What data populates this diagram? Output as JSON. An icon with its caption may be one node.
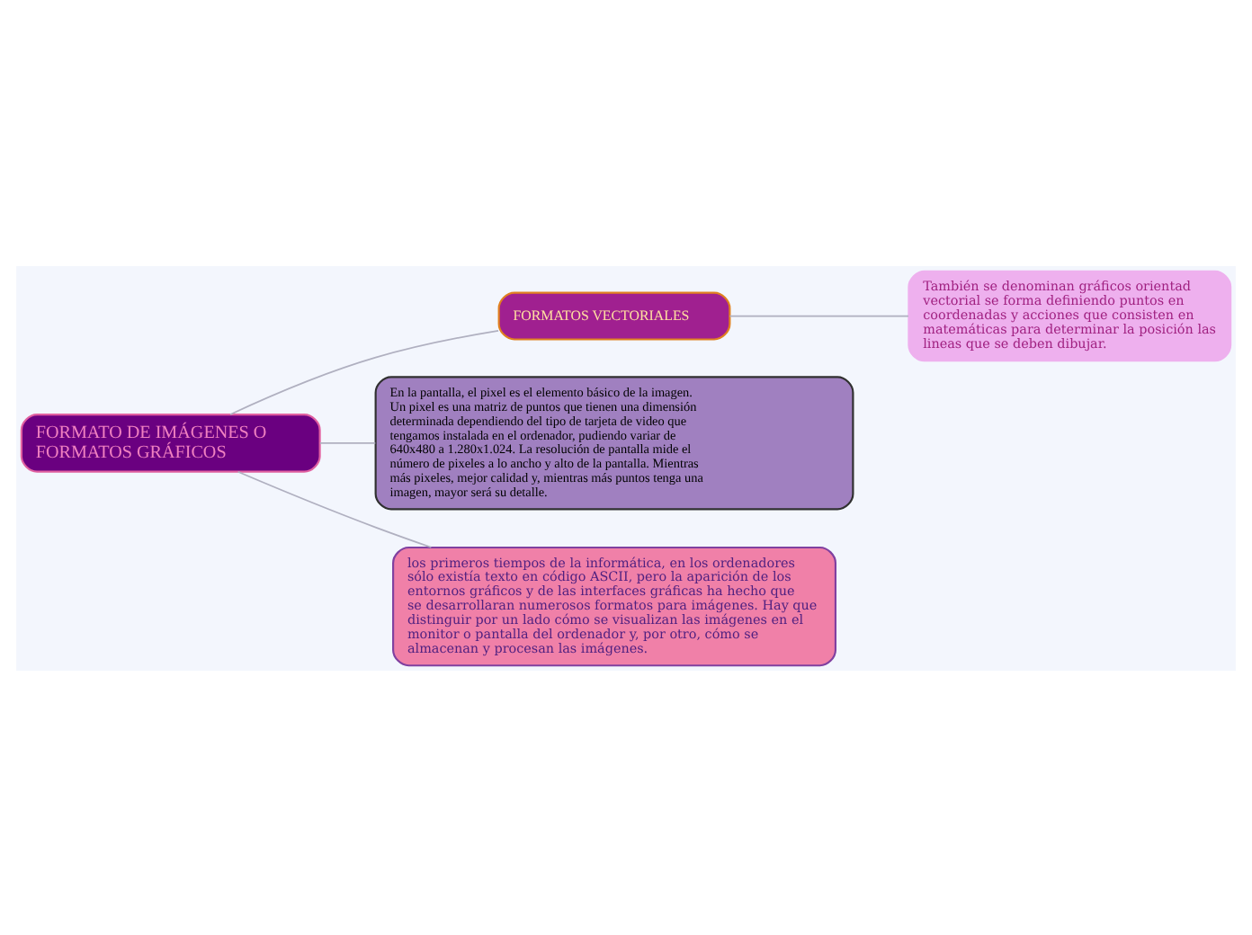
{
  "diagram": {
    "nodes": [
      {
        "text": [
          "FORMATO DE IMÁGENES O FORMATOS GRÁFICOS"
        ]
      },
      {
        "text": [
          "FORMATOS VECTORIALES"
        ]
      },
      {
        "text": [
          "También se denominan gráficos orientad vectorial se forma definiendo puntos en coordenadas y acciones que consisten en matemáticas para determinar la posición las lineas que se deben dibujar."
        ]
      },
      {
        "text": [
          "En la pantalla, el pixel es el elemento básico de la imagen. Un pixel es una matriz de puntos que tienen una dimensión determinada dependiendo del tipo de tarjeta de video que tengamos instalada en el ordenador, pudiendo variar de 640x480 a 1.280x1.024. La resolución de pantalla mide el número de pixeles a lo ancho y alto de la pantalla. Mientras más pixeles, mejor calidad y, mientras más puntos tenga una imagen, mayor será su detalle."
        ]
      },
      {
        "text": [
          "los primeros tiempos de la informática, en los ordenadores sólo existía texto en código ASCII, pero la aparición de los entornos gráficos y de las interfaces gráficas ha hecho que se desarrollaran numerosos formatos para imágenes. Hay que distinguir por un lado cómo se visualizan las imágenes en el monitor o pantalla del ordenador y, por otro, cómo se almacenan y procesan las imágenes."
        ]
      }
    ],
    "edges": [
      {
        "from": 0,
        "to": 1,
        "arrow": "none"
      },
      {
        "from": 1,
        "to": 2,
        "arrow": "none"
      },
      {
        "from": 0,
        "to": 3,
        "arrow": "none"
      },
      {
        "from": 0,
        "to": 4,
        "arrow": "none"
      }
    ]
  }
}
